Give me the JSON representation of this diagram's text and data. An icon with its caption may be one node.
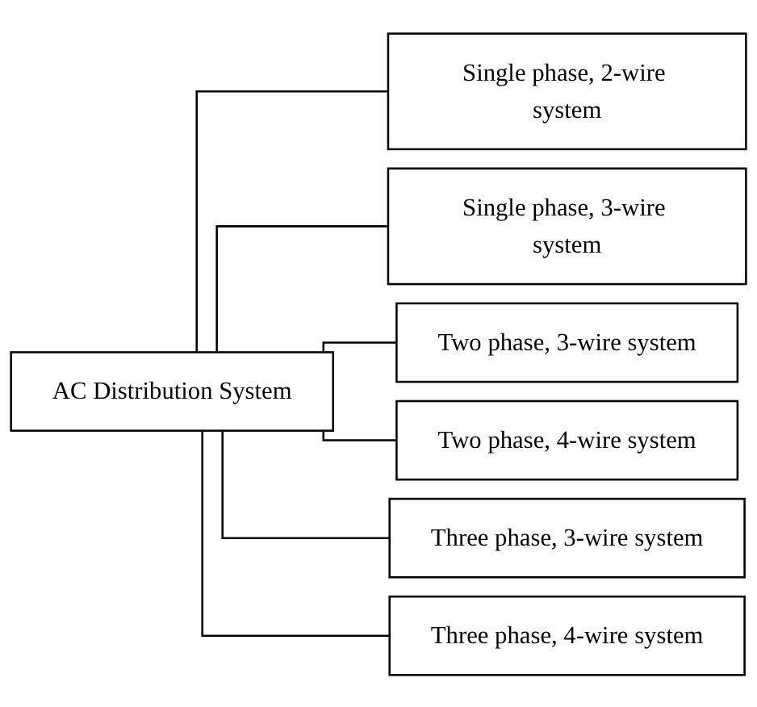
{
  "diagram": {
    "nodes": [
      {
        "text": [
          "AC Distribution System"
        ]
      },
      {
        "text": [
          "Single phase, 2-wire system"
        ]
      },
      {
        "text": [
          "Single phase, 3-wire system"
        ]
      },
      {
        "text": [
          "Two phase, 3-wire system"
        ]
      },
      {
        "text": [
          "Two phase, 4-wire system"
        ]
      },
      {
        "text": [
          "Three phase, 3-wire system"
        ]
      },
      {
        "text": [
          "Three phase, 4-wire system"
        ]
      }
    ],
    "edges": [
      {
        "from": 0,
        "to": 1,
        "arrow": "none"
      },
      {
        "from": 0,
        "to": 2,
        "arrow": "none"
      },
      {
        "from": 0,
        "to": 3,
        "arrow": "none"
      },
      {
        "from": 0,
        "to": 4,
        "arrow": "none"
      },
      {
        "from": 0,
        "to": 5,
        "arrow": "none"
      },
      {
        "from": 0,
        "to": 6,
        "arrow": "none"
      }
    ]
  }
}
